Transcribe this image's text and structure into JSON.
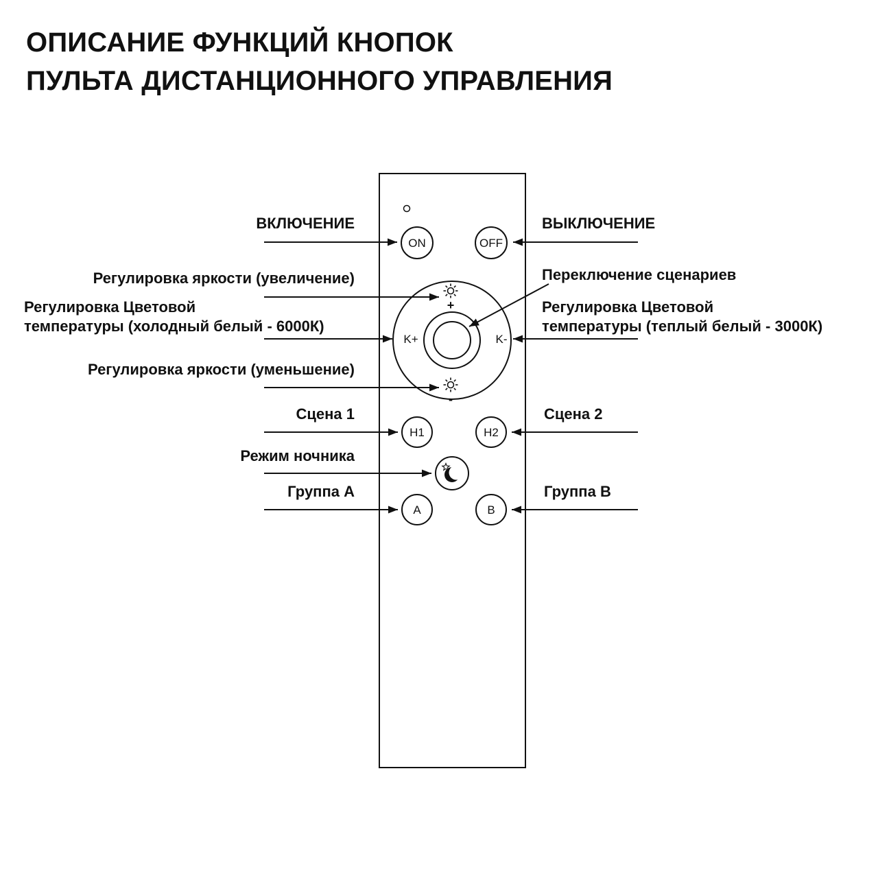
{
  "title": {
    "line1": "ОПИСАНИЕ ФУНКЦИЙ КНОПОК",
    "line2": "ПУЛЬТА ДИСТАНЦИОННОГО УПРАВЛЕНИЯ"
  },
  "remote": {
    "power_on": "ON",
    "power_off": "OFF",
    "color_temp_plus": "K+",
    "color_temp_minus": "K-",
    "scene1": "H1",
    "scene2": "H2",
    "group_a": "A",
    "group_b": "B",
    "brightness_up_sign": "+",
    "brightness_down_sign": "-",
    "icons": {
      "led": "led-indicator-dot",
      "brightness_up": "sun-plus-icon",
      "brightness_down": "sun-minus-icon",
      "night_mode": "moon-star-icon"
    }
  },
  "labels": {
    "power_on": "ВКЛЮЧЕНИЕ",
    "power_off": "ВЫКЛЮЧЕНИЕ",
    "brightness_up": "Регулировка яркости (увеличение)",
    "scene_switch": "Переключение сценариев",
    "color_temp_cold_line1": "Регулировка Цветовой",
    "color_temp_cold_line2": "температуры (холодный белый - 6000К)",
    "color_temp_warm_line1": "Регулировка Цветовой",
    "color_temp_warm_line2": "температуры (теплый белый - 3000К)",
    "brightness_down": "Регулировка яркости (уменьшение)",
    "scene1": "Сцена 1",
    "scene2": "Сцена 2",
    "night_mode": "Режим ночника",
    "group_a": "Группа A",
    "group_b": "Группа B"
  },
  "colors": {
    "ink": "#111111",
    "background": "#ffffff"
  }
}
